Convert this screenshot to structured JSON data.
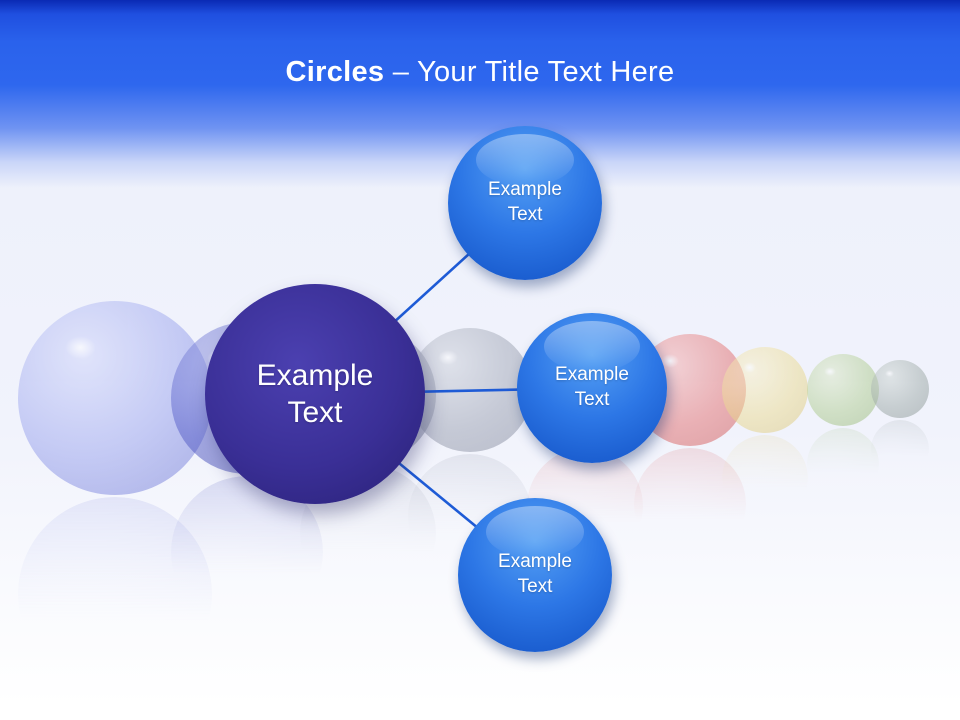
{
  "title": {
    "bold": "Circles",
    "rest": " – Your Title Text Here"
  },
  "diagram": {
    "center_node": {
      "label": "Example Text"
    },
    "satellite_nodes": [
      {
        "label": "Example Text",
        "position": "top"
      },
      {
        "label": "Example Text",
        "position": "right"
      },
      {
        "label": "Example Text",
        "position": "bottom"
      }
    ]
  },
  "colors": {
    "header_blue": "#2a62ec",
    "slide_background": "#f1f3fc",
    "center_node_fill": "#3a2f96",
    "satellite_node_fill": "#2d77e6",
    "connector": "#1e5bd6",
    "title_text": "#ffffff"
  }
}
